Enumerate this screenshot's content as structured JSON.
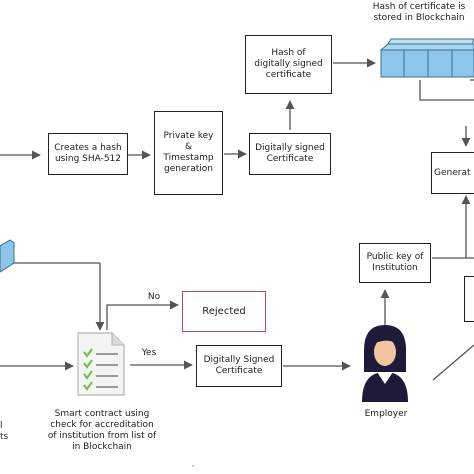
{
  "nodes": {
    "hash_box": "Creates a hash\nusing SHA-512",
    "private_key_box": "Private key\n&\nTimestamp\ngeneration",
    "digitally_signed_box": "Digitally signed\nCertificate",
    "hash_digitally_signed_box": "Hash of\ndigitally signed\ncertificate",
    "blockchain_caption": "Hash of certificate is\nstored in Blockchain",
    "generate_box": "Generat",
    "public_key_box": "Public key of\nInstitution",
    "rejected_box": "Rejected",
    "digitally_signed_cert_box": "Digitally Signed\nCertificate",
    "employer_label": "Employer",
    "smart_contract_label": "Smart contract using\ncheck for accreditation\nof institution from list of\nin Blockchain",
    "left_fragment_label": "l\nts",
    "bottom_fragment": "·"
  },
  "edges": {
    "no_label": "No",
    "yes_label": "Yes"
  },
  "colors": {
    "block_fill": "#8dc6e8",
    "block_stroke": "#3a6f95",
    "line": "#555555",
    "rejected_border": "#b24a5e",
    "person_dark": "#1e1b3a",
    "person_skin": "#f2c4a0"
  }
}
